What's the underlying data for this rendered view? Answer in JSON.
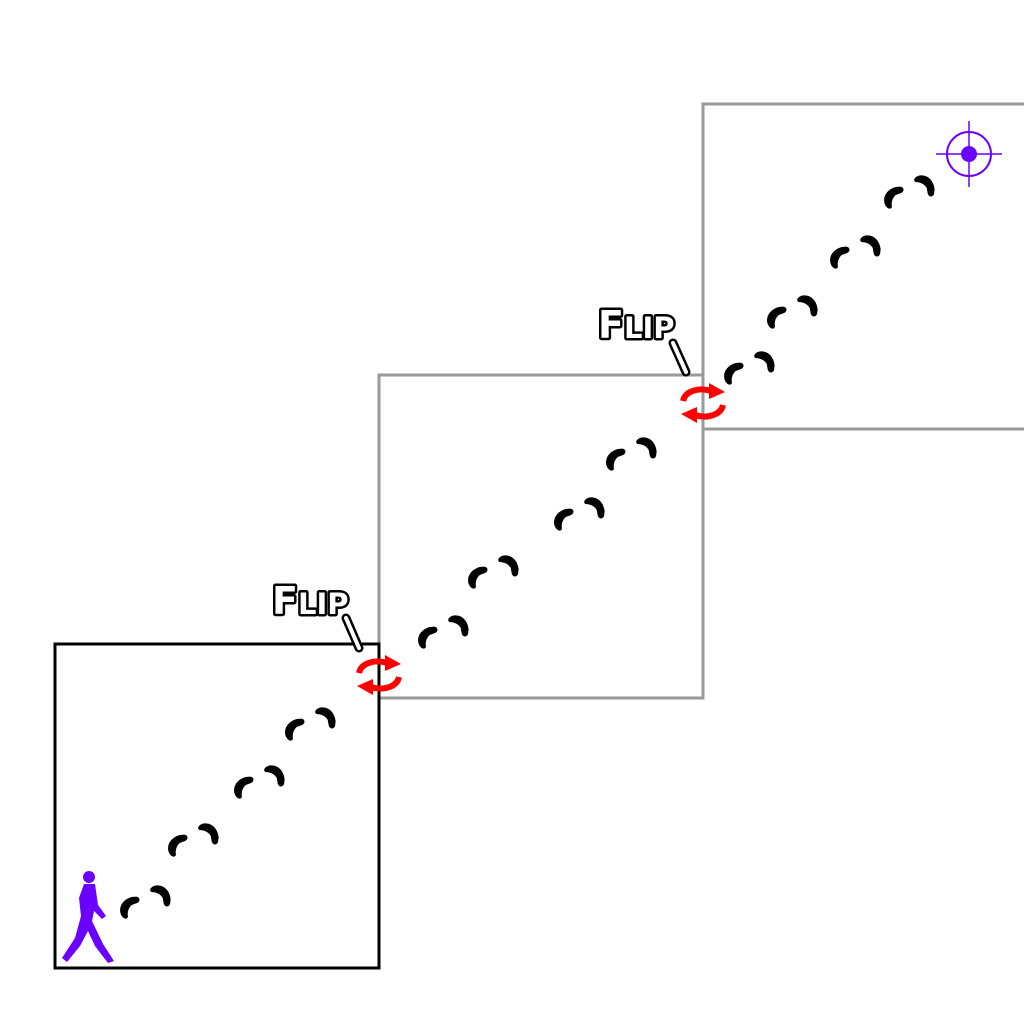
{
  "labels": {
    "flip_1": {
      "first": "F",
      "rest": "LIP"
    },
    "flip_2": {
      "first": "F",
      "rest": "LIP"
    }
  },
  "colors": {
    "start_panel_border": "#000000",
    "other_panel_border": "#999999",
    "footprint": "#000000",
    "flip_marker": "#ff0000",
    "walker": "#6a00ff",
    "target": "#6a00ff",
    "background": "#ffffff"
  },
  "icons": {
    "start": "walking-person-icon",
    "flip": "rotate-arrows-icon",
    "goal": "crosshair-target-icon",
    "step": "footprint-icon"
  }
}
